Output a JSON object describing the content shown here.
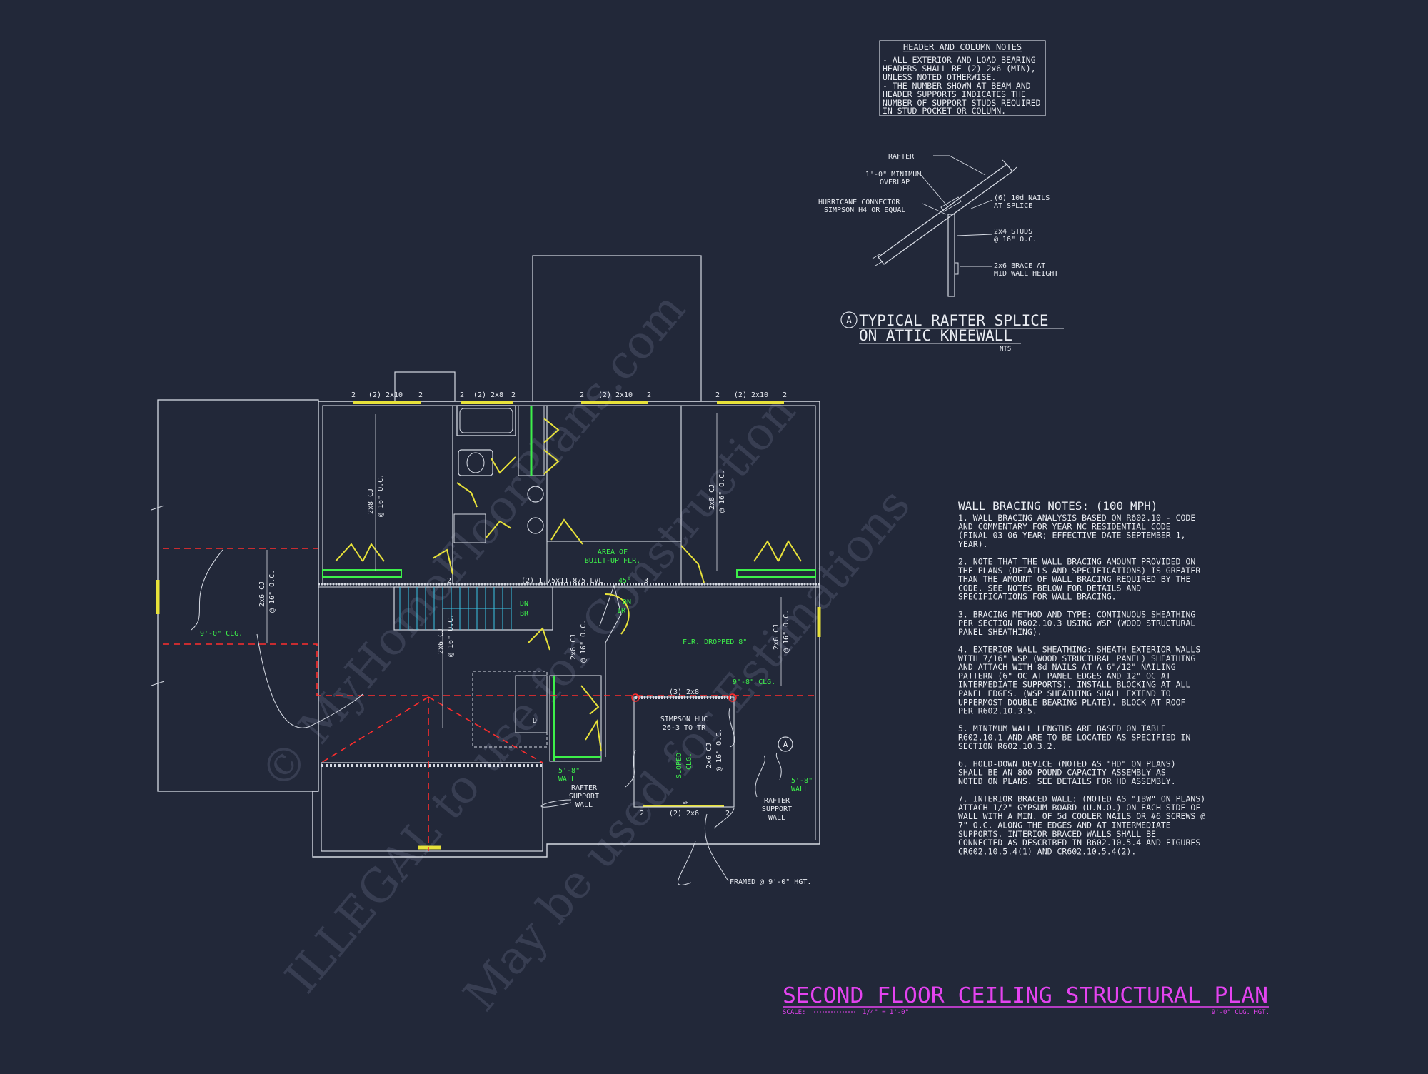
{
  "colors": {
    "background": "#222839",
    "linework": "#d6dae3",
    "accent_green": "#3df04a",
    "accent_magenta": "#e443f0",
    "cyan": "#39c6e6",
    "yellow": "#e8e23a",
    "red_dash": "#ff2d2d"
  },
  "watermark": {
    "line1": "© MyHomeFloorPlans.com",
    "line2": "ILLEGAL to use for Construction",
    "line3": "May be used for Estimations"
  },
  "header_notes": {
    "title": "HEADER AND COLUMN NOTES",
    "lines": [
      "- ALL EXTERIOR AND LOAD BEARING",
      "HEADERS SHALL BE (2) 2x6 (MIN),",
      "UNLESS NOTED OTHERWISE.",
      "- THE NUMBER SHOWN AT BEAM AND",
      "HEADER SUPPORTS INDICATES THE",
      "NUMBER OF SUPPORT STUDS REQUIRED",
      "IN STUD POCKET OR COLUMN."
    ]
  },
  "rafter_detail": {
    "callouts": [
      "RAFTER",
      "1'-0\" MINIMUM",
      "OVERLAP",
      "HURRICANE CONNECTOR",
      "SIMPSON H4 OR EQUAL",
      "(6) 10d NAILS",
      "AT SPLICE",
      "2x4 STUDS",
      "@ 16\" O.C.",
      "2x6 BRACE AT",
      "MID WALL HEIGHT"
    ],
    "tag": "A",
    "title1": "TYPICAL RAFTER SPLICE",
    "title2": "ON ATTIC KNEEWALL",
    "scale": "NTS"
  },
  "wall_bracing": {
    "title": "WALL BRACING NOTES: (100 MPH)",
    "lines": [
      "1. WALL BRACING ANALYSIS BASED ON R602.10 - CODE",
      "AND COMMENTARY FOR YEAR NC RESIDENTIAL CODE",
      "(FINAL 03-06-YEAR; EFFECTIVE DATE SEPTEMBER 1,",
      "YEAR).",
      "",
      "2. NOTE THAT THE WALL BRACING AMOUNT PROVIDED ON",
      "THE PLANS (DETAILS AND SPECIFICATIONS) IS GREATER",
      "THAN THE AMOUNT OF WALL BRACING REQUIRED BY THE",
      "CODE. SEE NOTES BELOW FOR DETAILS AND",
      "SPECIFICATIONS FOR WALL BRACING.",
      "",
      "3. BRACING METHOD AND TYPE: CONTINUOUS SHEATHING",
      "PER SECTION R602.10.3 USING WSP (WOOD STRUCTURAL",
      "PANEL SHEATHING).",
      "",
      "4. EXTERIOR WALL SHEATHING: SHEATH EXTERIOR WALLS",
      "WITH 7/16\" WSP (WOOD STRUCTURAL PANEL) SHEATHING",
      "AND ATTACH WITH 8d NAILS AT A 6\"/12\" NAILING",
      "PATTERN (6\" OC AT PANEL EDGES AND 12\" OC AT",
      "INTERMEDIATE SUPPORTS). INSTALL BLOCKING AT ALL",
      "PANEL EDGES. (WSP SHEATHING SHALL EXTEND TO",
      "UPPERMOST DOUBLE BEARING PLATE). BLOCK AT ROOF",
      "PER R602.10.3.5.",
      "",
      "5. MINIMUM WALL LENGTHS ARE BASED ON TABLE",
      "R602.10.1 AND ARE TO BE LOCATED AS SPECIFIED IN",
      "SECTION R602.10.3.2.",
      "",
      "6. HOLD-DOWN DEVICE (NOTED AS \"HD\" ON PLANS)",
      "SHALL BE AN 800 POUND CAPACITY ASSEMBLY AS",
      "NOTED ON PLANS. SEE DETAILS FOR HD ASSEMBLY.",
      "",
      "7. INTERIOR BRACED WALL: (NOTED AS \"IBW\" ON PLANS)",
      "ATTACH 1/2\" GYPSUM BOARD (U.N.O.) ON EACH SIDE OF",
      "WALL WITH A MIN. OF 5d COOLER NAILS OR #6 SCREWS @",
      "7\" O.C. ALONG THE EDGES AND AT INTERMEDIATE",
      "SUPPORTS. INTERIOR BRACED WALLS SHALL BE",
      "CONNECTED AS DESCRIBED IN R602.10.5.4 AND FIGURES",
      "CR602.10.5.4(1) AND CR602.10.5.4(2)."
    ]
  },
  "plan_labels": {
    "hdr1": "(2) 2x10",
    "hdr2": "(2) 2x8",
    "hdr3": "(2) 2x10",
    "hdr4": "(2) 2x10",
    "stud_count": "2",
    "stud_count3": "3",
    "cj_2x8": "2x8 CJ",
    "cj_2x6": "2x6 CJ",
    "cj_spacing": "@ 16\" O.C.",
    "clg_9": "9'-0\" CLG.",
    "area_builtup1": "AREA OF",
    "area_builtup2": "BUILT-UP FLR.",
    "lvl": "(2) 1.75x11.875 LVL",
    "deg45": "45°",
    "dn": "DN",
    "br": "BR",
    "dn2": "DN",
    "ir": "IR",
    "flr_dropped": "FLR. DROPPED 8\"",
    "clg_9_8": "9'-8\" CLG.",
    "hdr_3_2x8": "(3) 2x8",
    "simpson1": "SIMPSON HUC",
    "simpson2": "26-3 TO TR",
    "sloped1": "SLOPED",
    "sloped2": "CLG.",
    "wall_5_8a": "5'-8\"",
    "wall_word": "WALL",
    "rafter_support1": "RAFTER",
    "rafter_support2": "SUPPORT",
    "rafter_support3": "WALL",
    "detail_tag": "A",
    "hdr_2x6": "(2) 2x6",
    "sp": "SP",
    "framed": "FRAMED @ 9'-0\" HGT.",
    "d_label": "D"
  },
  "title_block": {
    "title": "SECOND FLOOR CEILING STRUCTURAL PLAN",
    "scale_label": "SCALE:",
    "scale_value": "1/4\" = 1'-0\"",
    "clg_height": "9'-0\" CLG. HGT."
  }
}
